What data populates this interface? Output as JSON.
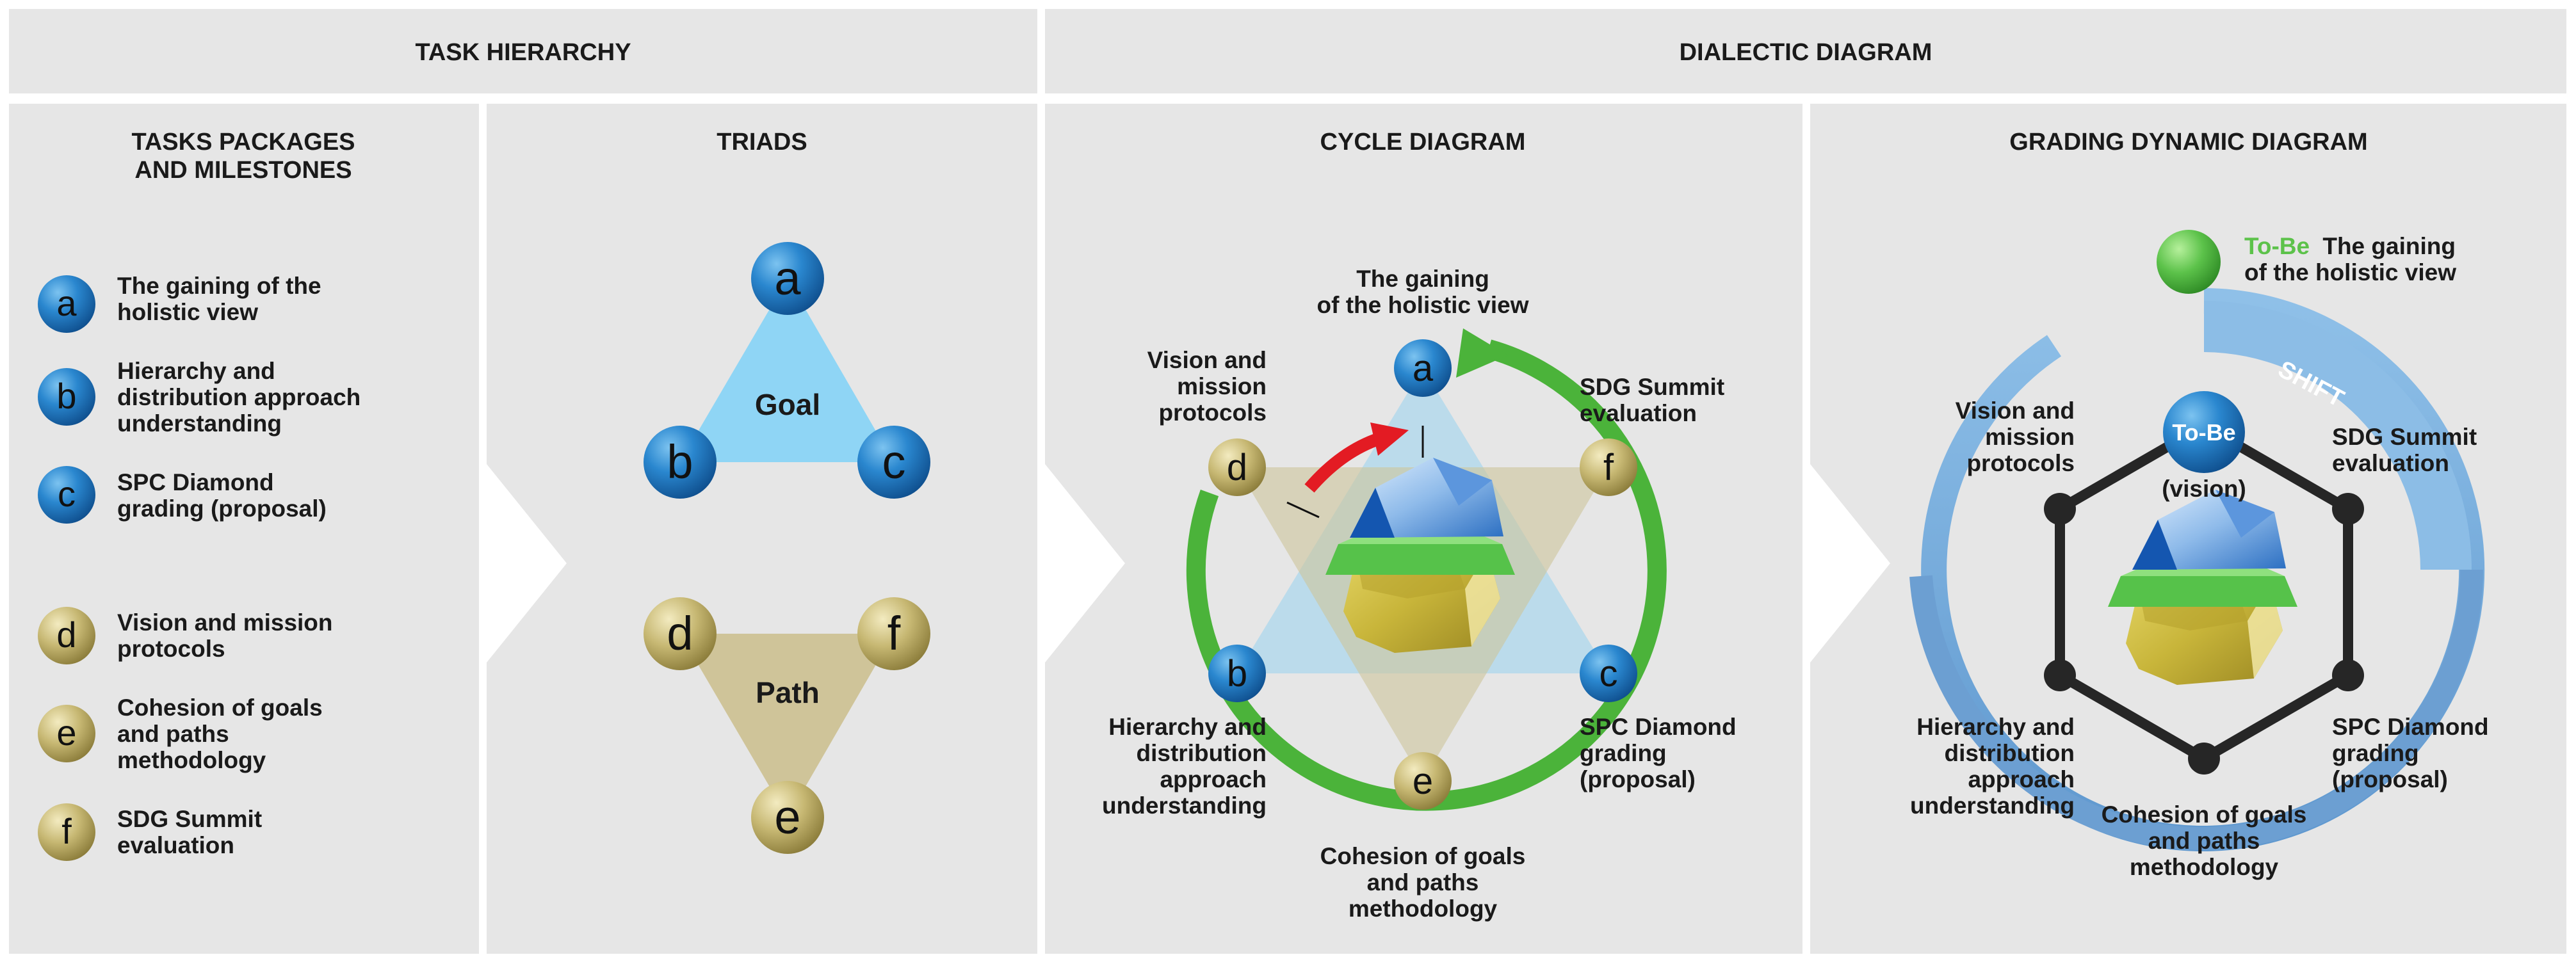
{
  "headers": {
    "task_hierarchy": "TASK HIERARCHY",
    "dialectic_diagram": "DIALECTIC DIAGRAM",
    "tasks_packages_line1": "TASKS PACKAGES",
    "tasks_packages_line2": "AND MILESTONES",
    "triads": "TRIADS",
    "cycle_diagram": "CYCLE DIAGRAM",
    "grading_dynamic": "GRADING DYNAMIC DIAGRAM"
  },
  "tasks": [
    {
      "letter": "a",
      "lines": [
        "The gaining of the",
        "holistic view"
      ]
    },
    {
      "letter": "b",
      "lines": [
        "Hierarchy and",
        "distribution approach",
        "understanding"
      ]
    },
    {
      "letter": "c",
      "lines": [
        "SPC Diamond",
        "grading (proposal)"
      ]
    },
    {
      "letter": "d",
      "lines": [
        "Vision and mission",
        "protocols"
      ]
    },
    {
      "letter": "e",
      "lines": [
        "Cohesion of goals",
        "and paths",
        "methodology"
      ]
    },
    {
      "letter": "f",
      "lines": [
        "SDG Summit",
        "evaluation"
      ]
    }
  ],
  "triads": {
    "goal": {
      "label": "Goal",
      "nodes": [
        "a",
        "b",
        "c"
      ]
    },
    "path": {
      "label": "Path",
      "nodes": [
        "d",
        "f",
        "e"
      ]
    }
  },
  "cycle": {
    "nodes": [
      "a",
      "b",
      "c",
      "d",
      "e",
      "f"
    ],
    "labels": {
      "a": [
        "The gaining",
        "of the holistic view"
      ],
      "b": [
        "Hierarchy and",
        "distribution",
        "approach",
        "understanding"
      ],
      "c": [
        "SPC Diamond",
        "grading",
        "(proposal)"
      ],
      "d": [
        "Vision and",
        "mission",
        "protocols"
      ],
      "e": [
        "Cohesion of goals",
        "and paths",
        "methodology"
      ],
      "f": [
        "SDG Summit",
        "evaluation"
      ]
    }
  },
  "grading": {
    "tobe_top_prefix": "To-Be",
    "tobe_top_line1": "The gaining",
    "tobe_top_line2": "of the holistic view",
    "shift": "SHIFT",
    "center_node": "To-Be",
    "center_sub": "(vision)",
    "labels": {
      "vision": [
        "Vision and",
        "mission",
        "protocols"
      ],
      "sdg": [
        "SDG Summit",
        "evaluation"
      ],
      "hierarchy": [
        "Hierarchy and",
        "distribution",
        "approach",
        "understanding"
      ],
      "spc": [
        "SPC Diamond",
        "grading",
        "(proposal)"
      ],
      "cohesion": [
        "Cohesion of goals",
        "and paths",
        "methodology"
      ]
    }
  },
  "colors": {
    "blue_node": "#1f7cc4",
    "olive_node": "#b8a85c",
    "goal_triangle": "#8fd5f5",
    "path_triangle": "#cfc499",
    "cycle_arrow": "#4bb33a",
    "red_arrow": "#e31b23",
    "shift_band": "#6fa5d6",
    "to_be_green": "#5cc24a"
  }
}
